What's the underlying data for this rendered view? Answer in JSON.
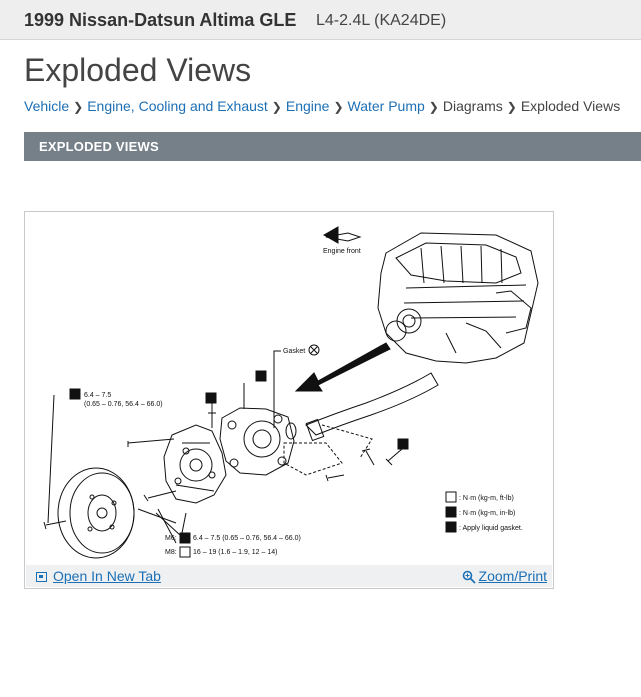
{
  "header": {
    "vehicle": "1999 Nissan-Datsun Altima GLE",
    "engine": "L4-2.4L (KA24DE)"
  },
  "page_title": "Exploded Views",
  "breadcrumb": [
    {
      "label": "Vehicle",
      "link": true
    },
    {
      "label": "Engine, Cooling and Exhaust",
      "link": true
    },
    {
      "label": "Engine",
      "link": true
    },
    {
      "label": "Water Pump",
      "link": true
    },
    {
      "label": "Diagrams",
      "link": false
    },
    {
      "label": "Exploded Views",
      "link": false
    }
  ],
  "section_title": "EXPLODED VIEWS",
  "diagram": {
    "engine_front": "Engine front",
    "gasket": "Gasket",
    "torque_top_1": "6.4 – 7.5",
    "torque_top_2": "(0.65 – 0.76, 56.4 – 66.0)",
    "m6_label": "M6:",
    "m6_value": "6.4 – 7.5 (0.65 – 0.76, 56.4 – 66.0)",
    "m8_label": "M8:",
    "m8_value": "16 – 19 (1.6 – 1.9, 12 – 14)",
    "legend_nm_ft": ": N·m (kg-m, ft-lb)",
    "legend_nm_in": ": N·m (kg-m, in-lb)",
    "legend_gasket": ": Apply liquid gasket."
  },
  "footer": {
    "open_tab": "Open In New Tab",
    "zoom": "Zoom/Print"
  }
}
